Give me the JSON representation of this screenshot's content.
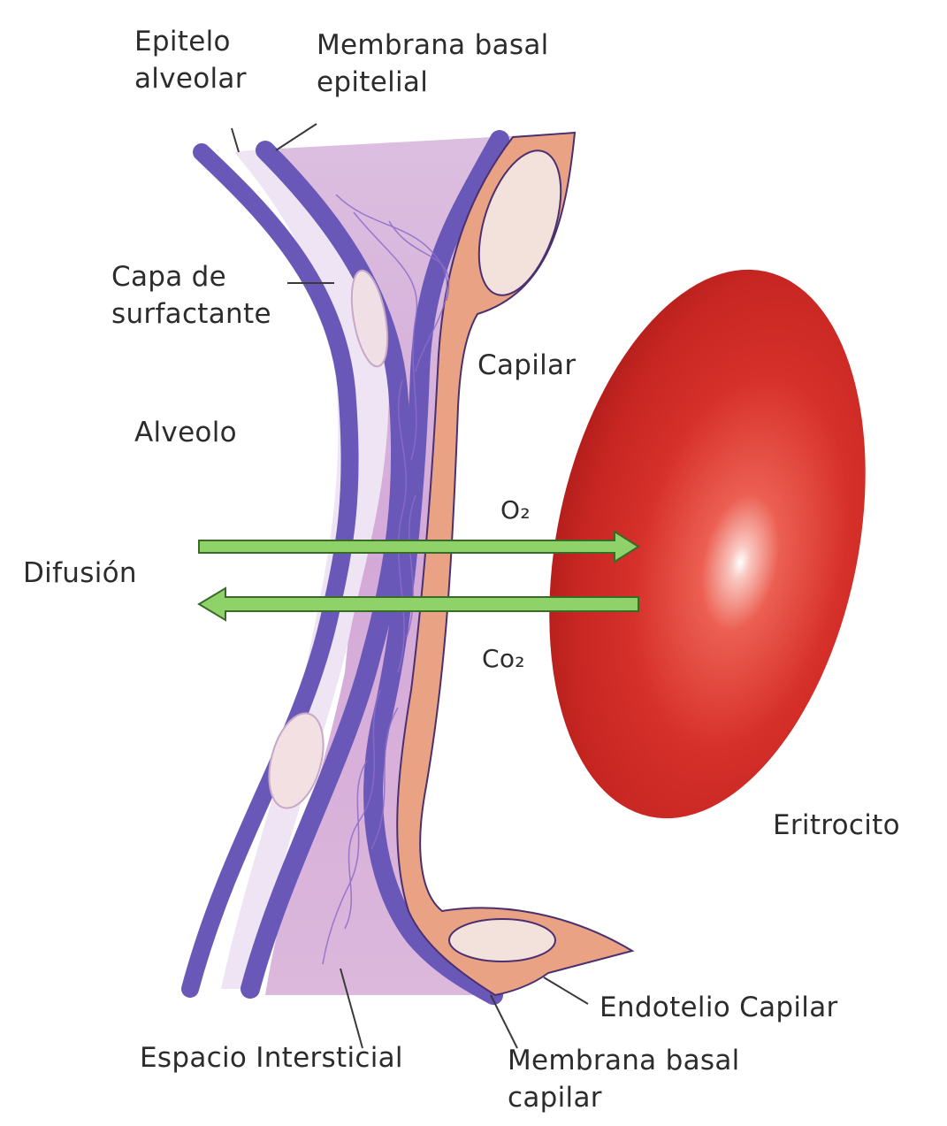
{
  "labels": {
    "epitelo_alveolar": [
      "Epitelo",
      "alveolar"
    ],
    "membrana_basal_epitelial": [
      "Membrana basal",
      "epitelial"
    ],
    "capa_surfactante": [
      "Capa de",
      "surfactante"
    ],
    "capilar": "Capilar",
    "alveolo": "Alveolo",
    "o2": "O₂",
    "difusion": "Difusión",
    "co2": "Co₂",
    "eritrocito": "Eritrocito",
    "endotelio_capilar": "Endotelio Capilar",
    "espacio_intersticial": "Espacio Intersticial",
    "membrana_basal_capilar": [
      "Membrana basal",
      "capilar"
    ]
  },
  "colors": {
    "epithelium": "#6a58b8",
    "basement_membrane": "#7060c0",
    "interstitial": "#d9b6dc",
    "surfactant": "#efe4f3",
    "endothelium": "#e9a384",
    "arrow": "#8fd26a",
    "erythrocyte": "#d8302a",
    "text": "#2c2c2c"
  }
}
